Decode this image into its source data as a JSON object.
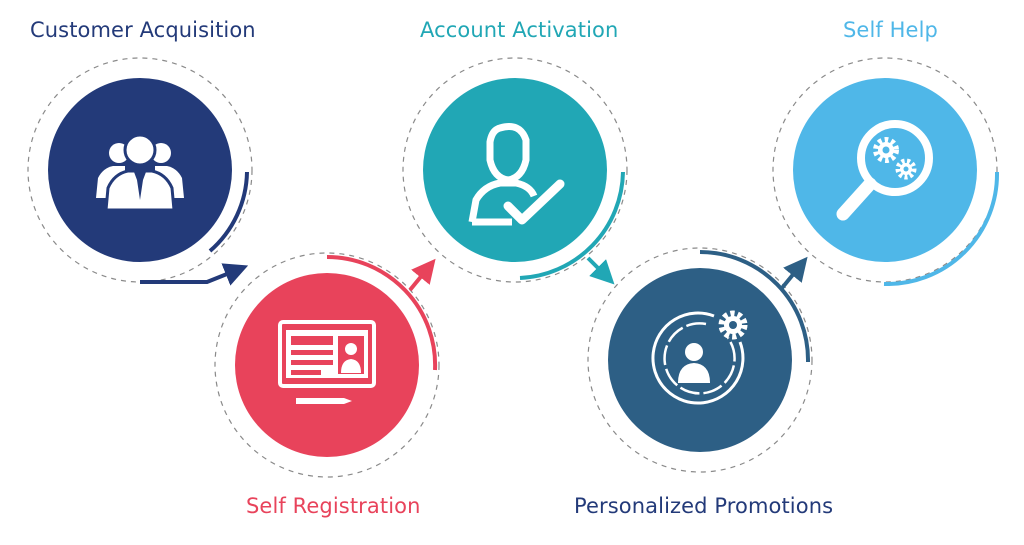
{
  "steps": [
    {
      "label": "Customer Acquisition",
      "color": "#233a79",
      "icon": "group-users-icon"
    },
    {
      "label": "Self Registration",
      "color": "#e8435b",
      "icon": "registration-form-icon"
    },
    {
      "label": "Account Activation",
      "color": "#21a7b5",
      "icon": "user-check-icon"
    },
    {
      "label": "Personalized Promotions",
      "color": "#2d5f85",
      "icon": "user-gear-icon"
    },
    {
      "label": "Self Help",
      "color": "#4fb7e8",
      "icon": "search-gears-icon"
    }
  ],
  "colors": {
    "dashed_ring": "#8a8a8a",
    "customer_acquisition": "#233a79",
    "self_registration": "#e8435b",
    "account_activation": "#21a7b5",
    "personalized_promotions": "#2d5f85",
    "self_help": "#4fb7e8"
  }
}
